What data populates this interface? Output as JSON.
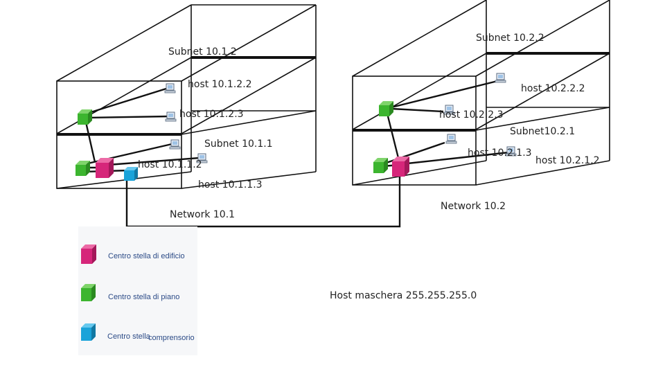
{
  "network_a": {
    "label": "Network 10.1",
    "subnet_top": {
      "label": "Subnet   10.1.2",
      "hosts": [
        "host 10.1.2.2",
        "host 10.1.2.3"
      ]
    },
    "subnet_bottom": {
      "label": "Subnet   10.1.1",
      "hosts": [
        "host   10.1.1.2",
        "host   10.1.1.3"
      ]
    }
  },
  "network_b": {
    "label": "Network 10.2",
    "subnet_top": {
      "label": "Subnet 10.2.2",
      "hosts": [
        "host  10.2.2.2",
        "host  10.2.2.3"
      ]
    },
    "subnet_bottom": {
      "label": "Subnet10.2.1",
      "hosts": [
        "host  10.2.1.3",
        "host  10.2.1.2"
      ]
    }
  },
  "mask_note": "Host maschera 255.255.255.0",
  "legend": {
    "items": [
      {
        "label": "Centro stella di edificio",
        "color": "#d6267a"
      },
      {
        "label": "Centro stella di piano",
        "color": "#3cb52f"
      },
      {
        "label": "Centro stella",
        "label_suffix": "comprensorio",
        "color": "#1aa3d9"
      }
    ]
  },
  "colors": {
    "building_switch": "#d6267a",
    "floor_switch": "#3cb52f",
    "campus_switch": "#1aa3d9",
    "wire": "#111111"
  },
  "icons": [
    "computer-icon",
    "cube-icon"
  ]
}
